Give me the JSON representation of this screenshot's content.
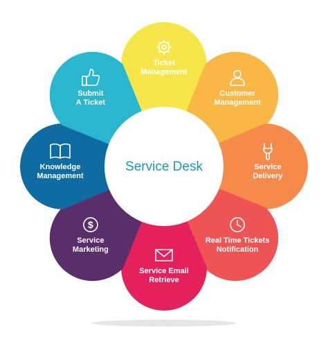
{
  "diagram": {
    "center": {
      "title": "Service Desk"
    },
    "petals": [
      {
        "id": "ticket-management",
        "lines": [
          "Ticket",
          "Management"
        ],
        "color": "#f7e64a",
        "icon": "gear-icon"
      },
      {
        "id": "customer-management",
        "lines": [
          "Customer",
          "Management"
        ],
        "color": "#f9b845",
        "icon": "user-icon"
      },
      {
        "id": "service-delivery",
        "lines": [
          "Service",
          "Delivery"
        ],
        "color": "#f58a4b",
        "icon": "wrench-icon"
      },
      {
        "id": "real-time-tickets",
        "lines": [
          "Real Time Tickets",
          "Notification"
        ],
        "color": "#ee5454",
        "icon": "clock-icon"
      },
      {
        "id": "service-email",
        "lines": [
          "Service Email",
          "Retrieve"
        ],
        "color": "#e5215c",
        "icon": "envelope-icon"
      },
      {
        "id": "service-marketing",
        "lines": [
          "Service",
          "Marketing"
        ],
        "color": "#5a2e6b",
        "icon": "dollar-icon"
      },
      {
        "id": "knowledge-management",
        "lines": [
          "Knowledge",
          "Management"
        ],
        "color": "#0f6ca3",
        "icon": "book-icon"
      },
      {
        "id": "submit-ticket",
        "lines": [
          "Submit",
          "A Ticket"
        ],
        "color": "#2ab6cf",
        "icon": "thumbs-up-icon"
      }
    ]
  }
}
